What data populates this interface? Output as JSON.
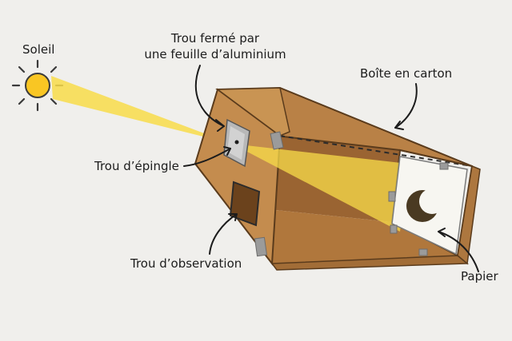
{
  "labels": {
    "sun": "Soleil",
    "covered_hole_line1": "Trou fermé par",
    "covered_hole_line2": "une feuille d’aluminium",
    "box": "Boîte en carton",
    "pinhole": "Trou d’épingle",
    "viewing_hole": "Trou d’observation",
    "paper": "Papier"
  },
  "colors": {
    "background": "#f0efec",
    "cardboard_front": "#c48c4e",
    "cardboard_top": "#b98146",
    "cardboard_side": "#ad773f",
    "cardboard_inside": "#9a6432",
    "sun": "#f9c623",
    "light_beam": "#f8dc4a",
    "foil": "#b8b8b8",
    "tape": "#9b9b9b",
    "paper": "#f7f6f1",
    "eclipse_shadow": "#4a3a22"
  },
  "icons": {
    "sun": "sun-icon",
    "foil": "aluminium-foil-icon",
    "eclipse": "partial-eclipse-image-icon"
  }
}
